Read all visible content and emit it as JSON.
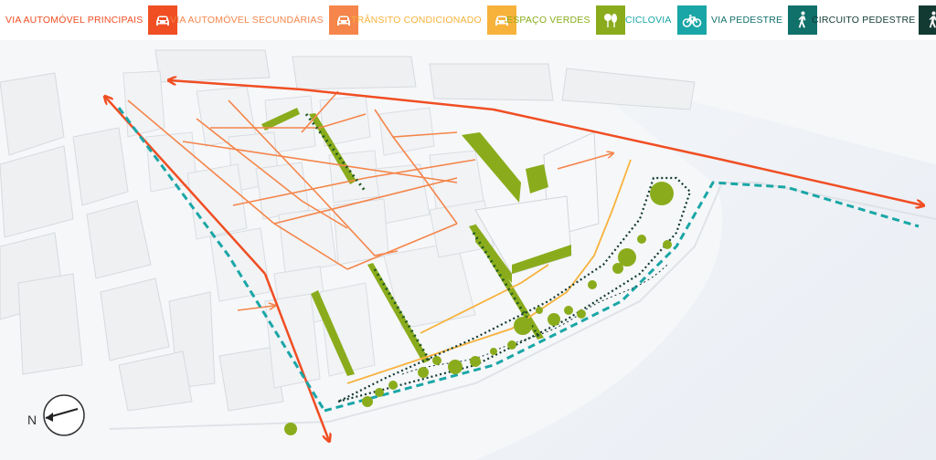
{
  "legend": [
    {
      "label": "VIA AUTOMÓVEL PRINCIPAIS",
      "color": "#f04e23",
      "icon": "car-icon"
    },
    {
      "label": "VIA AUTOMÓVEL SECUNDÁRIAS",
      "color": "#f5854a",
      "icon": "car-icon"
    },
    {
      "label": "TRÂNSITO CONDICIONADO",
      "color": "#f7b23b",
      "icon": "car-icon"
    },
    {
      "label": "ESPAÇO VERDES",
      "color": "#8aac1c",
      "icon": "tree-icon"
    },
    {
      "label": "CICLOVIA",
      "color": "#1aa6a6",
      "icon": "bicycle-icon"
    },
    {
      "label": "VIA PEDESTRE",
      "color": "#10706a",
      "icon": "pedestrian-icon"
    },
    {
      "label": "CIRCUITO PEDESTRE",
      "color": "#123a32",
      "icon": "pedestrian-icon"
    }
  ],
  "compass": {
    "label": "N"
  }
}
